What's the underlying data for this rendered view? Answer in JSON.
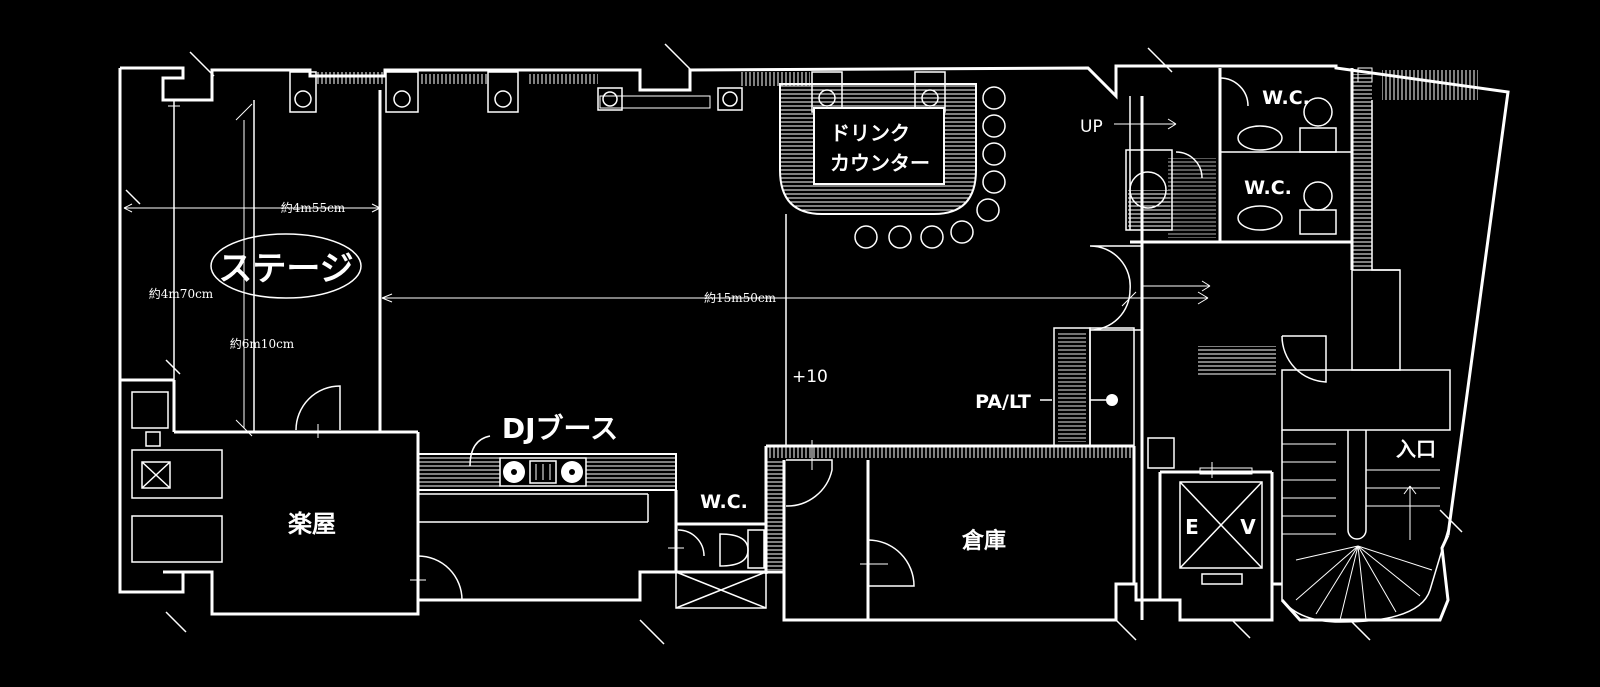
{
  "labels": {
    "stage": "ステージ",
    "drink_counter_1": "ドリンク",
    "drink_counter_2": "カウンター",
    "dj_booth": "DJブース",
    "dressing_room": "楽屋",
    "storage": "倉庫",
    "wc_1": "W.C.",
    "wc_2": "W.C.",
    "wc_3": "W.C.",
    "pa_lt": "PA/LT",
    "up": "UP",
    "entrance": "入口",
    "elevator_e": "E",
    "elevator_v": "V",
    "level": "+10"
  },
  "dimensions": {
    "stage_width": "約4m55cm",
    "stage_depth": "約4m70cm",
    "stage_height_line": "約6m10cm",
    "hall_length": "約15m50cm"
  },
  "colors": {
    "background": "#000000",
    "line": "#ffffff"
  }
}
